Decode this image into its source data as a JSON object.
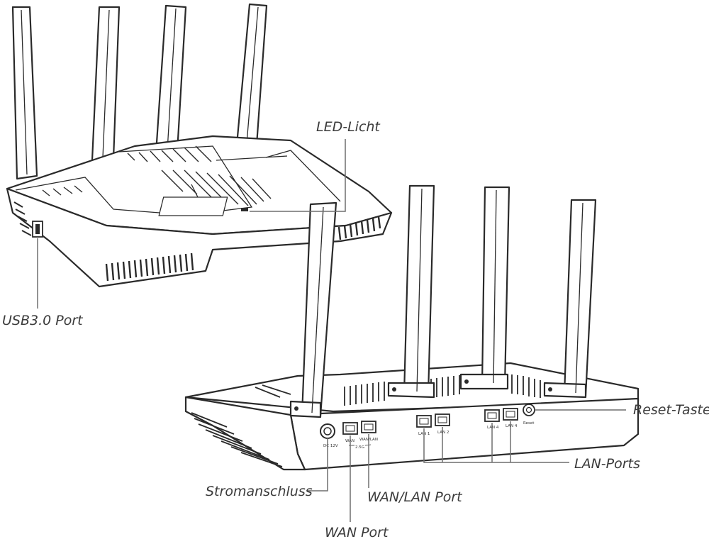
{
  "labels": {
    "led_light": "LED-Licht",
    "usb_port": "USB3.0 Port",
    "reset_button": "Reset-Taste",
    "lan_ports": "LAN-Ports",
    "power_socket": "Stromanschluss",
    "wan_lan_port": "WAN/LAN Port",
    "wan_port": "WAN Port"
  },
  "port_labels": {
    "dc": "DC 12V",
    "wan": "WAN",
    "wan_lan": "WAN/LAN",
    "speed": "2.5G",
    "lan1": "LAN 1",
    "lan2": "LAN 2",
    "lan3": "LAN 4",
    "lan4": "LAN 4",
    "reset": "Reset"
  },
  "colors": {
    "line_art": "#2a2a2a",
    "leader_line": "#6f6f6f",
    "label_text": "#3b3b3b"
  }
}
